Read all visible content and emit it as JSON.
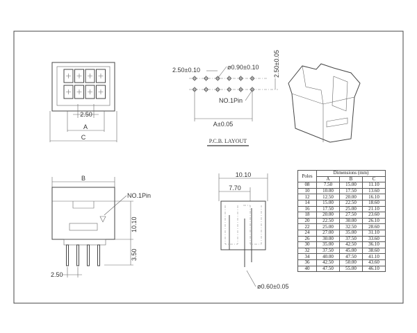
{
  "top_view": {
    "pitch": "2.50",
    "dim_a": "A",
    "dim_c": "C"
  },
  "pcb_layout": {
    "pitch_x": "2.50±0.10",
    "hole_dia": "ø0.90±0.10",
    "pitch_y": "2.50±0.05",
    "pin1": "NO.1Pin",
    "dim_a": "A±0.05",
    "title": "P.C.B. LAYOUT"
  },
  "front_view": {
    "dim_b": "B",
    "pin1": "NO.1Pin",
    "height": "10.10",
    "pin_length": "3.50",
    "pitch": "2.50"
  },
  "side_view": {
    "width": "10.10",
    "inner": "7.70",
    "pin_dia": "ø0.60±0.05"
  },
  "table": {
    "header_poles": "Poles",
    "header_group": "Dimensions (mm)",
    "columns": [
      "A",
      "B",
      "C"
    ],
    "rows": [
      [
        "08",
        "7.50",
        "15.00",
        "11.10"
      ],
      [
        "10",
        "10.00",
        "17.50",
        "13.60"
      ],
      [
        "12",
        "12.50",
        "20.00",
        "16.10"
      ],
      [
        "14",
        "15.00",
        "22.50",
        "18.60"
      ],
      [
        "16",
        "17.50",
        "25.00",
        "21.10"
      ],
      [
        "18",
        "20.00",
        "27.50",
        "23.60"
      ],
      [
        "20",
        "22.50",
        "30.00",
        "26.10"
      ],
      [
        "22",
        "25.00",
        "32.50",
        "28.60"
      ],
      [
        "24",
        "27.00",
        "35.00",
        "31.10"
      ],
      [
        "26",
        "30.00",
        "37.50",
        "33.60"
      ],
      [
        "30",
        "35.00",
        "42.50",
        "36.10"
      ],
      [
        "32",
        "37.50",
        "45.00",
        "38.60"
      ],
      [
        "34",
        "40.00",
        "47.50",
        "41.10"
      ],
      [
        "36",
        "42.50",
        "50.00",
        "43.60"
      ],
      [
        "40",
        "47.50",
        "55.00",
        "46.10"
      ]
    ]
  }
}
